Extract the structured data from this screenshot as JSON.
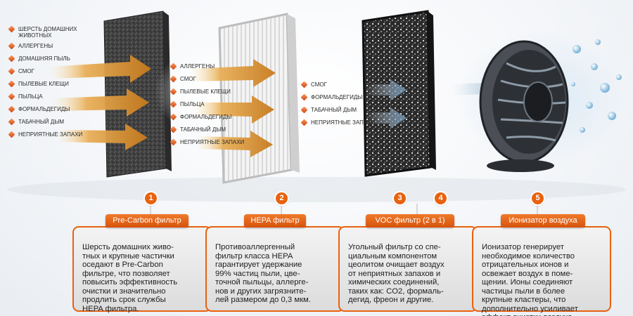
{
  "lists": {
    "filter1": [
      "ШЕРСТЬ ДОМАШНИХ\nЖИВОТНЫХ",
      "АЛЛЕРГЕНЫ",
      "ДОМАШНЯЯ ПЫЛЬ",
      "СМОГ",
      "ПЫЛЕВЫЕ КЛЕЩИ",
      "ПЫЛЬЦА",
      "ФОРМАЛЬДЕГИДЫ",
      "ТАБАЧНЫЙ ДЫМ",
      "НЕПРИЯТНЫЕ ЗАПАХИ"
    ],
    "filter2": [
      "АЛЛЕРГЕНЫ",
      "СМОГ",
      "ПЫЛЕВЫЕ КЛЕЩИ",
      "ПЫЛЬЦА",
      "ФОРМАЛЬДЕГИДЫ",
      "ТАБАЧНЫЙ ДЫМ",
      "НЕПРИЯТНЫЕ ЗАПАХИ"
    ],
    "filter3": [
      "СМОГ",
      "ФОРМАЛЬДЕГИДЫ",
      "ТАБАЧНЫЙ ДЫМ",
      "НЕПРИЯТНЫЕ ЗАПАХИ"
    ]
  },
  "numbers": [
    "1",
    "2",
    "3",
    "4",
    "5"
  ],
  "cards": [
    {
      "title": "Pre-Carbon фильтр",
      "text": "Шерсть домашних живо-\nтных и крупные частички\nоседают в Pre-Carbon\nфильтре, что позволяет\nповысить эффективность\nочистки и значительно\nпродлить срок службы\nHEPA фильтра."
    },
    {
      "title": "HEPA фильтр",
      "text": "Противоаллергенный\nфильтр класса HEPA\nгарантирует удержание\n99% частиц пыли, цве-\nточной пыльцы, аллерге-\nнов и других загрязните-\nлей размером до 0,3 мкм."
    },
    {
      "title": "VOC фильтр (2 в 1)",
      "text": "Угольный фильтр со спе-\nциальным компонентом\nцеолитом очищает воздух\nот неприятных запахов и\nхимических соединений,\nтаких как: CO2, формаль-\nдегид, фреон и другие."
    },
    {
      "title": "Ионизатор воздуха",
      "text": "Ионизатор генерирует\nнеобходимое количество\nотрицательных ионов и\nосвежает воздух в поме-\nщении. Ионы соединяют\nчастицы пыли в более\nкрупные кластеры, что\nдополнительно усиливает\nэффект очистки воздуха."
    }
  ],
  "colors": {
    "accent": "#e8620f",
    "card_bg": "#e6e6e6"
  }
}
